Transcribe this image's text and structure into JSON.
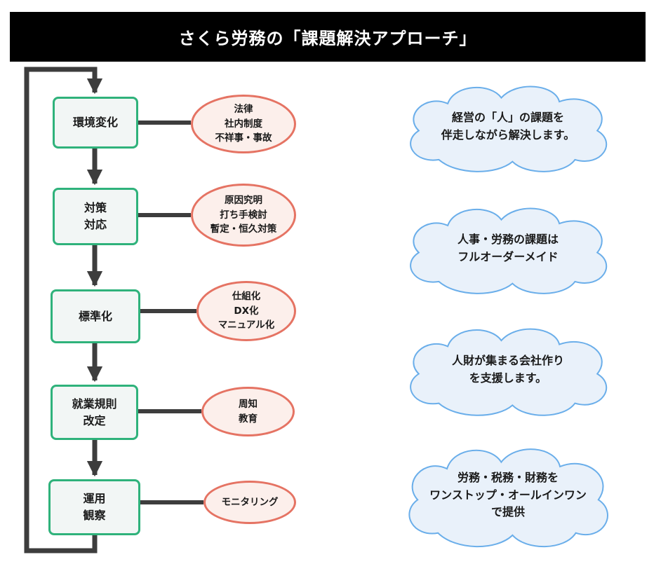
{
  "title": "さくら労務の「課題解決アプローチ」",
  "colors": {
    "step_border": "#2fb27b",
    "step_fill": "#f2f6f5",
    "detail_border": "#e57363",
    "detail_fill": "#fcefeb",
    "cloud_border": "#6aaeea",
    "cloud_fill": "#e9f1fa",
    "connector": "#3d3d3d"
  },
  "steps": [
    {
      "label": "環境変化",
      "detail": "法律\n社内制度\n不祥事・事故"
    },
    {
      "label": "対策\n対応",
      "detail": "原因究明\n打ち手検討\n暫定・恒久対策"
    },
    {
      "label": "標準化",
      "detail": "仕組化\nDX化\nマニュアル化"
    },
    {
      "label": "就業規則\n改定",
      "detail": "周知\n教育"
    },
    {
      "label": "運用\n観察",
      "detail": "モニタリング"
    }
  ],
  "clouds": [
    "経営の「人」の課題を\n伴走しながら解決します。",
    "人事・労務の課題は\nフルオーダーメイド",
    "人財が集まる会社作り\nを支援します。",
    "労務・税務・財務を\nワンストップ・オールインワン\nで提供"
  ]
}
